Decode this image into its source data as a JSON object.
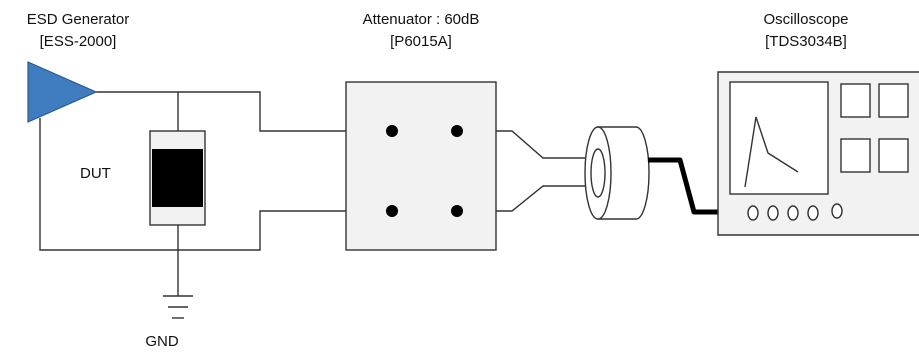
{
  "labels": {
    "esd_generator_name": "ESD Generator",
    "esd_generator_model": "[ESS-2000]",
    "attenuator_name": "Attenuator : 60dB",
    "attenuator_model": "[P6015A]",
    "oscilloscope_name": "Oscilloscope",
    "oscilloscope_model": "[TDS3034B]",
    "dut": "DUT",
    "gnd": "GND"
  },
  "colors": {
    "esd_generator_fill": "#3f7cc0",
    "esd_generator_stroke": "#2a5a90",
    "device_fill": "#f2f2f2",
    "dut_body": "#000000",
    "wire": "#333333",
    "cable": "#000000"
  },
  "icons": {
    "esd_generator": "triangle-source-icon",
    "ground": "ground-icon",
    "coax": "coaxial-cable-icon"
  }
}
